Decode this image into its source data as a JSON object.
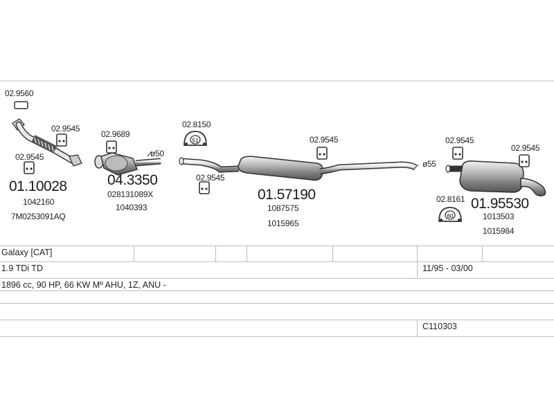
{
  "parts": {
    "p1": {
      "clamp_top": "02.9560",
      "gasket_a": "02.9545",
      "gasket_b": "02.9545",
      "code": "01.10028",
      "refs": [
        "1042160",
        "7M0253091AQ"
      ]
    },
    "p2": {
      "gasket": "02.9689",
      "diameter": "ø50",
      "code": "04.3350",
      "refs": [
        "028131089X",
        "1040393"
      ]
    },
    "p3": {
      "hanger": "02.8150",
      "hanger_text": "51",
      "gasket_a": "02.9545",
      "gasket_b": "02.9545",
      "code": "01.57190",
      "refs": [
        "1087575",
        "1015965"
      ]
    },
    "p4": {
      "diameter": "ø55",
      "gasket_a": "02.9545",
      "gasket_b": "02.9545",
      "hanger": "02.8161",
      "hanger_text": "60",
      "code": "01.95530",
      "refs": [
        "1013503",
        "1015984"
      ]
    }
  },
  "info": {
    "model": "Galaxy  [CAT]",
    "engine": "1.9 TDi TD",
    "years": "11/95 - 03/00",
    "spec": "1896 cc, 90 HP, 66 KW Mº AHU, 1Z, ANU -",
    "catalog": "C110303"
  },
  "colors": {
    "line": "#bcbcbc",
    "ink": "#333333",
    "shade": "#9a9a9a"
  }
}
